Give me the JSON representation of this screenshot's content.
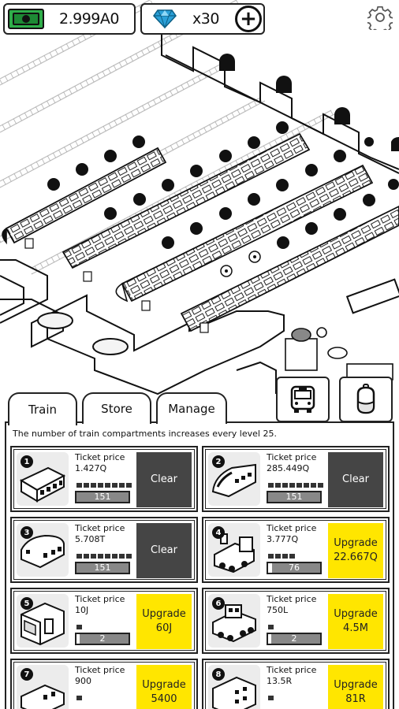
{
  "hud": {
    "money": "2.999A0",
    "gems": "x30"
  },
  "tabs": [
    "Train",
    "Store",
    "Manage"
  ],
  "notice": "The number of train compartments increases every level 25.",
  "cards": [
    {
      "num": "1",
      "label": "Ticket price",
      "price": "1.427Q",
      "level": "151",
      "pips": 8,
      "action": "Clear",
      "type": "clear"
    },
    {
      "num": "2",
      "label": "Ticket price",
      "price": "285.449Q",
      "level": "151",
      "pips": 8,
      "action": "Clear",
      "type": "clear"
    },
    {
      "num": "3",
      "label": "Ticket price",
      "price": "5.708T",
      "level": "151",
      "pips": 8,
      "action": "Clear",
      "type": "clear"
    },
    {
      "num": "4",
      "label": "Ticket price",
      "price": "3.777Q",
      "level": "76",
      "pips": 4,
      "action": "Upgrade",
      "cost": "22.667Q",
      "type": "upgrade"
    },
    {
      "num": "5",
      "label": "Ticket price",
      "price": "10J",
      "level": "2",
      "pips": 1,
      "action": "Upgrade",
      "cost": "60J",
      "type": "upgrade"
    },
    {
      "num": "6",
      "label": "Ticket price",
      "price": "750L",
      "level": "2",
      "pips": 1,
      "action": "Upgrade",
      "cost": "4.5M",
      "type": "upgrade"
    },
    {
      "num": "7",
      "label": "Ticket price",
      "price": "900",
      "level": "",
      "pips": 1,
      "action": "Upgrade",
      "cost": "5400",
      "type": "upgrade"
    },
    {
      "num": "8",
      "label": "Ticket price",
      "price": "13.5R",
      "level": "",
      "pips": 1,
      "action": "Upgrade",
      "cost": "81R",
      "type": "upgrade"
    }
  ],
  "icons": {
    "money": "cash-icon",
    "gems": "diamond-icon",
    "add": "plus-icon",
    "settings": "gear-icon",
    "bus": "bus-icon",
    "bell": "bell-icon"
  },
  "colors": {
    "upgrade": "#ffe600",
    "clear": "#454545",
    "gem": "#2aa0d8",
    "cash": "#2fae4a"
  }
}
